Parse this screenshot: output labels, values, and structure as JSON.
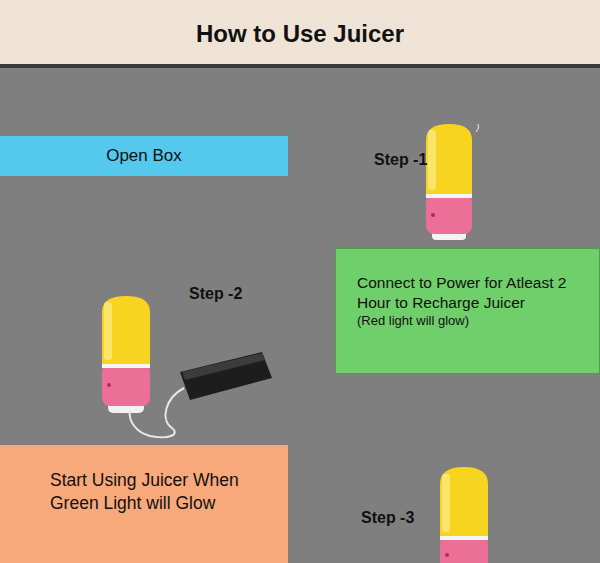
{
  "diagram": {
    "title": "How to Use Juicer",
    "nodes": [
      {
        "text": [
          "Open Box"
        ]
      },
      {
        "text": [
          "Connect to Power for Atleast 2 Hour to Recharge Juicer",
          "(Red light will glow)"
        ]
      },
      {
        "text": [
          "Start Using Juicer When Green Light will Glow"
        ]
      }
    ],
    "labels": [
      "Step -1",
      "Step -2",
      "Step -3"
    ]
  }
}
